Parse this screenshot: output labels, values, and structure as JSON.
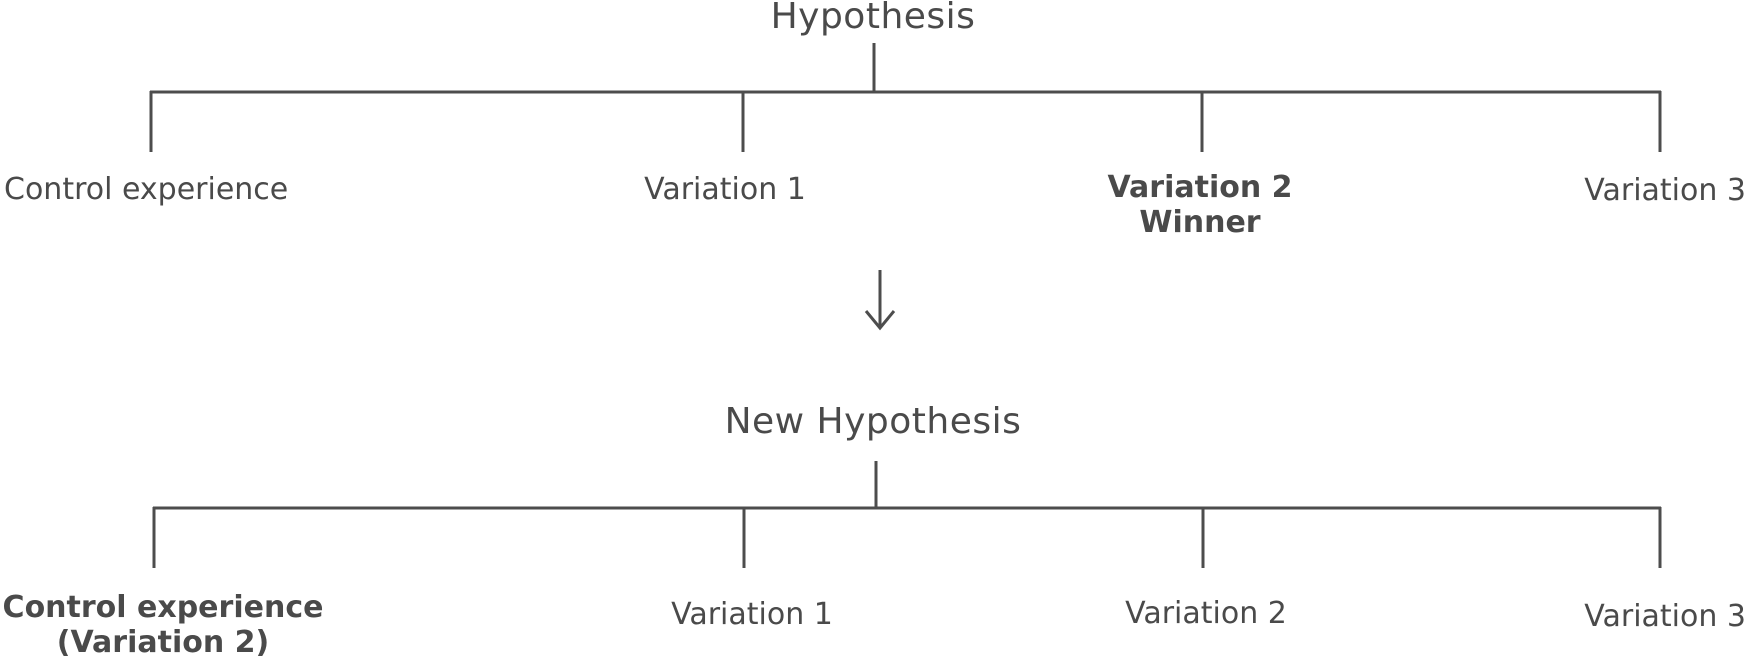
{
  "hypothesis": {
    "title": "Hypothesis",
    "children": [
      "Control experience",
      "Variation 1",
      "Variation 2",
      "Variation 3"
    ],
    "winner_line": "Winner"
  },
  "new_hypothesis": {
    "title": "New Hypothesis",
    "children": [
      "Control experience",
      "Variation 1",
      "Variation 2",
      "Variation 3"
    ],
    "control_subtitle": "(Variation 2)"
  }
}
